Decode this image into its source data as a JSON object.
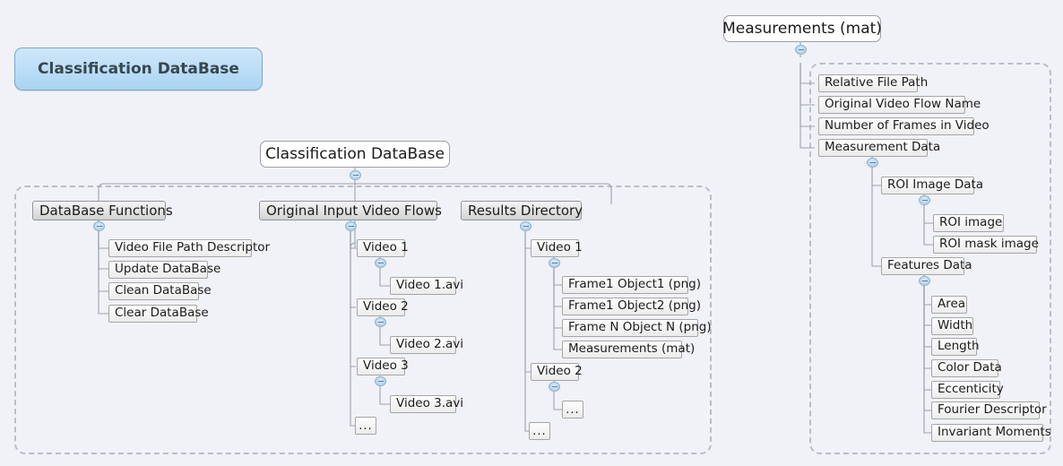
{
  "diagram": {
    "title": "Classification DataBase",
    "background_color": "#f1f2f7",
    "accent_color": "#bfdff7",
    "node_border_color": "#a6a6a6",
    "link_color": "#9ba3ad",
    "group_border_color": "#b9bec6"
  },
  "banner": {
    "label": "Classification DataBase"
  },
  "tree_left": {
    "root": {
      "label": "Classification DataBase"
    },
    "branches": [
      {
        "label": "DataBase Functions",
        "children": [
          {
            "label": "Video File Path Descriptor"
          },
          {
            "label": "Update DataBase"
          },
          {
            "label": "Clean DataBase"
          },
          {
            "label": "Clear DataBase"
          }
        ]
      },
      {
        "label": "Original Input Video Flows",
        "children": [
          {
            "label": "Video 1",
            "children": [
              {
                "label": "Video 1.avi"
              }
            ]
          },
          {
            "label": "Video 2",
            "children": [
              {
                "label": "Video 2.avi"
              }
            ]
          },
          {
            "label": "Video 3",
            "children": [
              {
                "label": "Video 3.avi"
              }
            ]
          },
          {
            "label": "..."
          }
        ]
      },
      {
        "label": "Results Directory",
        "children": [
          {
            "label": "Video 1",
            "children": [
              {
                "label": "Frame1 Object1 (png)"
              },
              {
                "label": "Frame1 Object2 (png)"
              },
              {
                "label": "Frame N Object N (png)"
              },
              {
                "label": "Measurements (mat)"
              }
            ]
          },
          {
            "label": "Video 2",
            "children": [
              {
                "label": "..."
              }
            ]
          },
          {
            "label": "..."
          }
        ]
      }
    ]
  },
  "tree_right": {
    "root": {
      "label": "Measurements (mat)"
    },
    "children": [
      {
        "label": "Relative File Path"
      },
      {
        "label": "Original Video Flow Name"
      },
      {
        "label": "Number of Frames in Video"
      },
      {
        "label": "Measurement Data",
        "children": [
          {
            "label": "ROI Image Data",
            "children": [
              {
                "label": "ROI image"
              },
              {
                "label": "ROI mask image"
              }
            ]
          },
          {
            "label": "Features Data",
            "children": [
              {
                "label": "Area"
              },
              {
                "label": "Width"
              },
              {
                "label": "Length"
              },
              {
                "label": "Color Data"
              },
              {
                "label": "Eccenticity"
              },
              {
                "label": "Fourier Descriptor"
              },
              {
                "label": "Invariant Moments"
              }
            ]
          }
        ]
      }
    ]
  },
  "toggles": {
    "glyph": "minus",
    "state": "expanded",
    "count": 12
  }
}
